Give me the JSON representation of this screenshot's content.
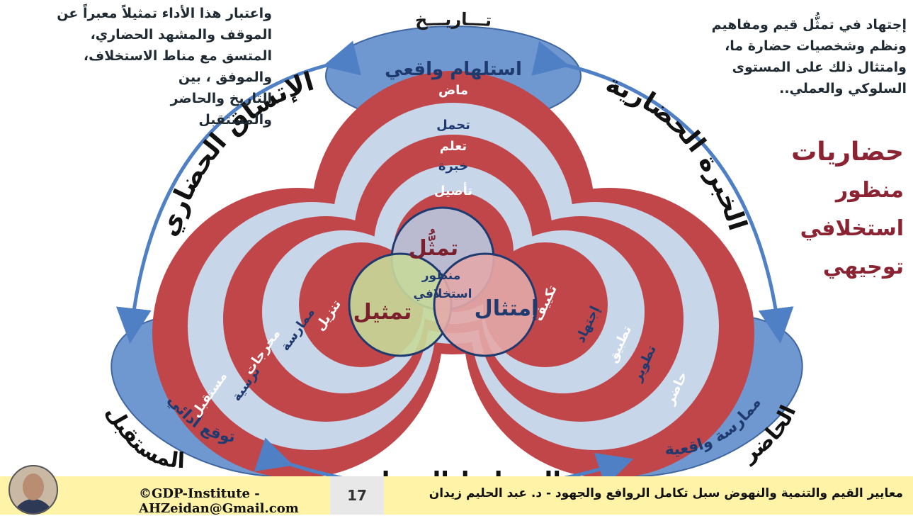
{
  "top_label": "تـــاريـــخ",
  "corner_texts": {
    "left": [
      "واعتبار هذا الأداء تمثيلاً معبراً عن",
      "الموقف والمشهد الحضاري،",
      "المتسق مع مناط الاستخلاف،",
      "والموفق ، بين",
      "التاريخ والحاضر",
      "والمستقبل"
    ],
    "right": [
      "إجتهاد في تمثُّل قيم ومفاهيم",
      "ونظم وشخصيات حضارة ما،",
      "وامتثال ذلك على المستوى",
      "السلوكي والعملي.."
    ]
  },
  "side_title": {
    "lines": [
      "حضاريات",
      "منظور",
      "استخلافي",
      "توجيهي"
    ],
    "color": "#8b2332"
  },
  "outer_labels": {
    "top_lobe": "استلهام واقعي",
    "left_lobe": "توقع أدائي",
    "right_lobe": "ممارسة واقعية",
    "left_arc": "الإتساق الحضاري",
    "right_arc": "الخبرة الحضارية",
    "bottom_arc": "التخطيط الحضاري",
    "left_corner": "المستقبل",
    "right_corner": "الحاضر"
  },
  "ring_labels": {
    "top": [
      "ماض",
      "تحمل",
      "تعلم",
      "خبرة",
      "تأصيل"
    ],
    "left": [
      "مستقبل",
      "ترسية",
      "مخرجات",
      "ممارسة",
      "تنزيل"
    ],
    "right": [
      "حاضر",
      "تطوير",
      "تطبيق",
      "إجتهاد",
      "تكييف"
    ]
  },
  "center": {
    "top": "تمثُّل",
    "left": "تمثيل",
    "right": "إمتثال",
    "core_line1": "منظور",
    "core_line2": "استخلافي"
  },
  "footer": {
    "email": "©GDP-Institute - AHZeidan@Gmail.com",
    "page": "17",
    "title": "معايير القيم والتنمية والنهوض سبل تكامل الروافع والجهود - د. عبد الحليم زيدان"
  },
  "colors": {
    "red_ring": "#c0464a",
    "light_ring": "#c8d6ea",
    "outer_blue": "#6f97d0",
    "arrow": "#4f7fc4",
    "navy": "#1f3a6e",
    "circle_top": "#b9c8e0",
    "circle_left": "#c6d99a",
    "circle_right": "#e3a9a9",
    "circle_stroke": "#1f3a6e"
  }
}
